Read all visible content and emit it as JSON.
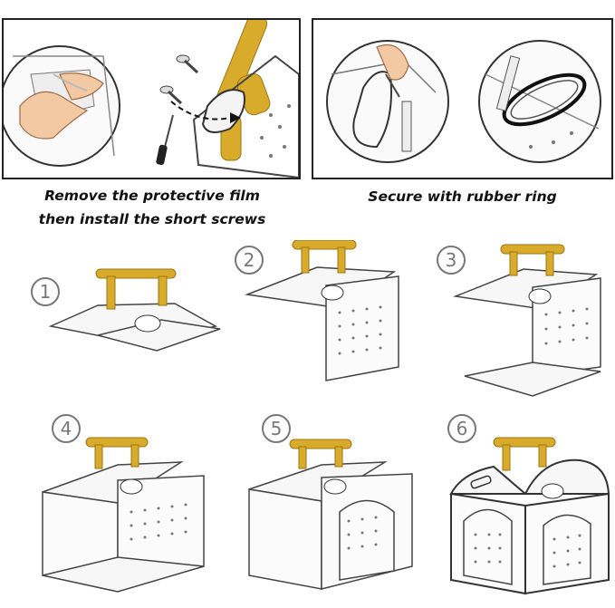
{
  "captions": {
    "left_line1": "Remove the protective film",
    "left_line2": "then install the short screws",
    "right": "Secure with rubber ring"
  },
  "steps": [
    {
      "number": "1"
    },
    {
      "number": "2"
    },
    {
      "number": "3"
    },
    {
      "number": "4"
    },
    {
      "number": "5"
    },
    {
      "number": "6"
    }
  ],
  "colors": {
    "gold": "#d9ab2b",
    "gold_dark": "#9c7512",
    "line": "#555555",
    "skin": "#f3c9a3"
  }
}
